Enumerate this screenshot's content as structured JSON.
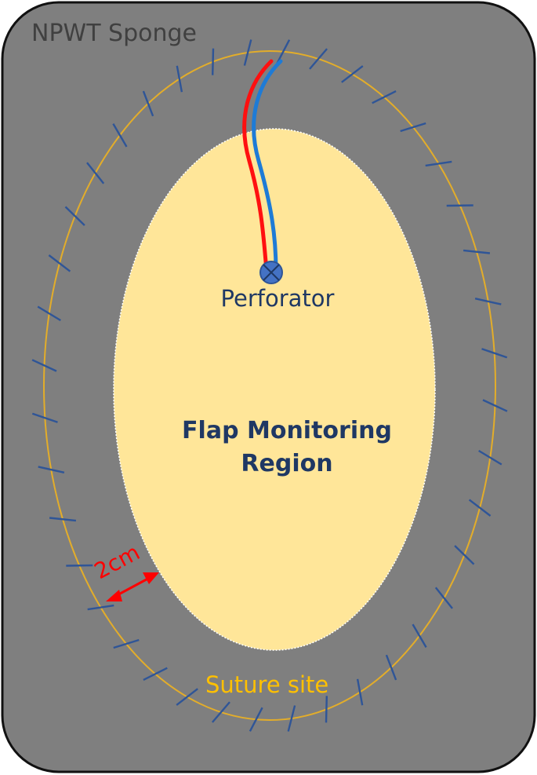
{
  "labels": {
    "sponge": "NPWT Sponge",
    "perforator": "Perforator",
    "region_line1": "Flap Monitoring",
    "region_line2": "Region",
    "distance": "2cm",
    "suture": "Suture site"
  },
  "colors": {
    "sponge_fill": "#7f7f7f",
    "sponge_border": "#111111",
    "sponge_label": "#404040",
    "flap_fill": "#ffe699",
    "suture_line": "#e3ad2a",
    "stitch": "#2f5597",
    "artery": "#ff1010",
    "vein": "#1e7bd6",
    "perforator_node": "#4472c4",
    "perforator_label": "#1f3864",
    "region_label": "#1f3864",
    "distance_marker": "#ff0000",
    "suture_label": "#ffc000"
  }
}
